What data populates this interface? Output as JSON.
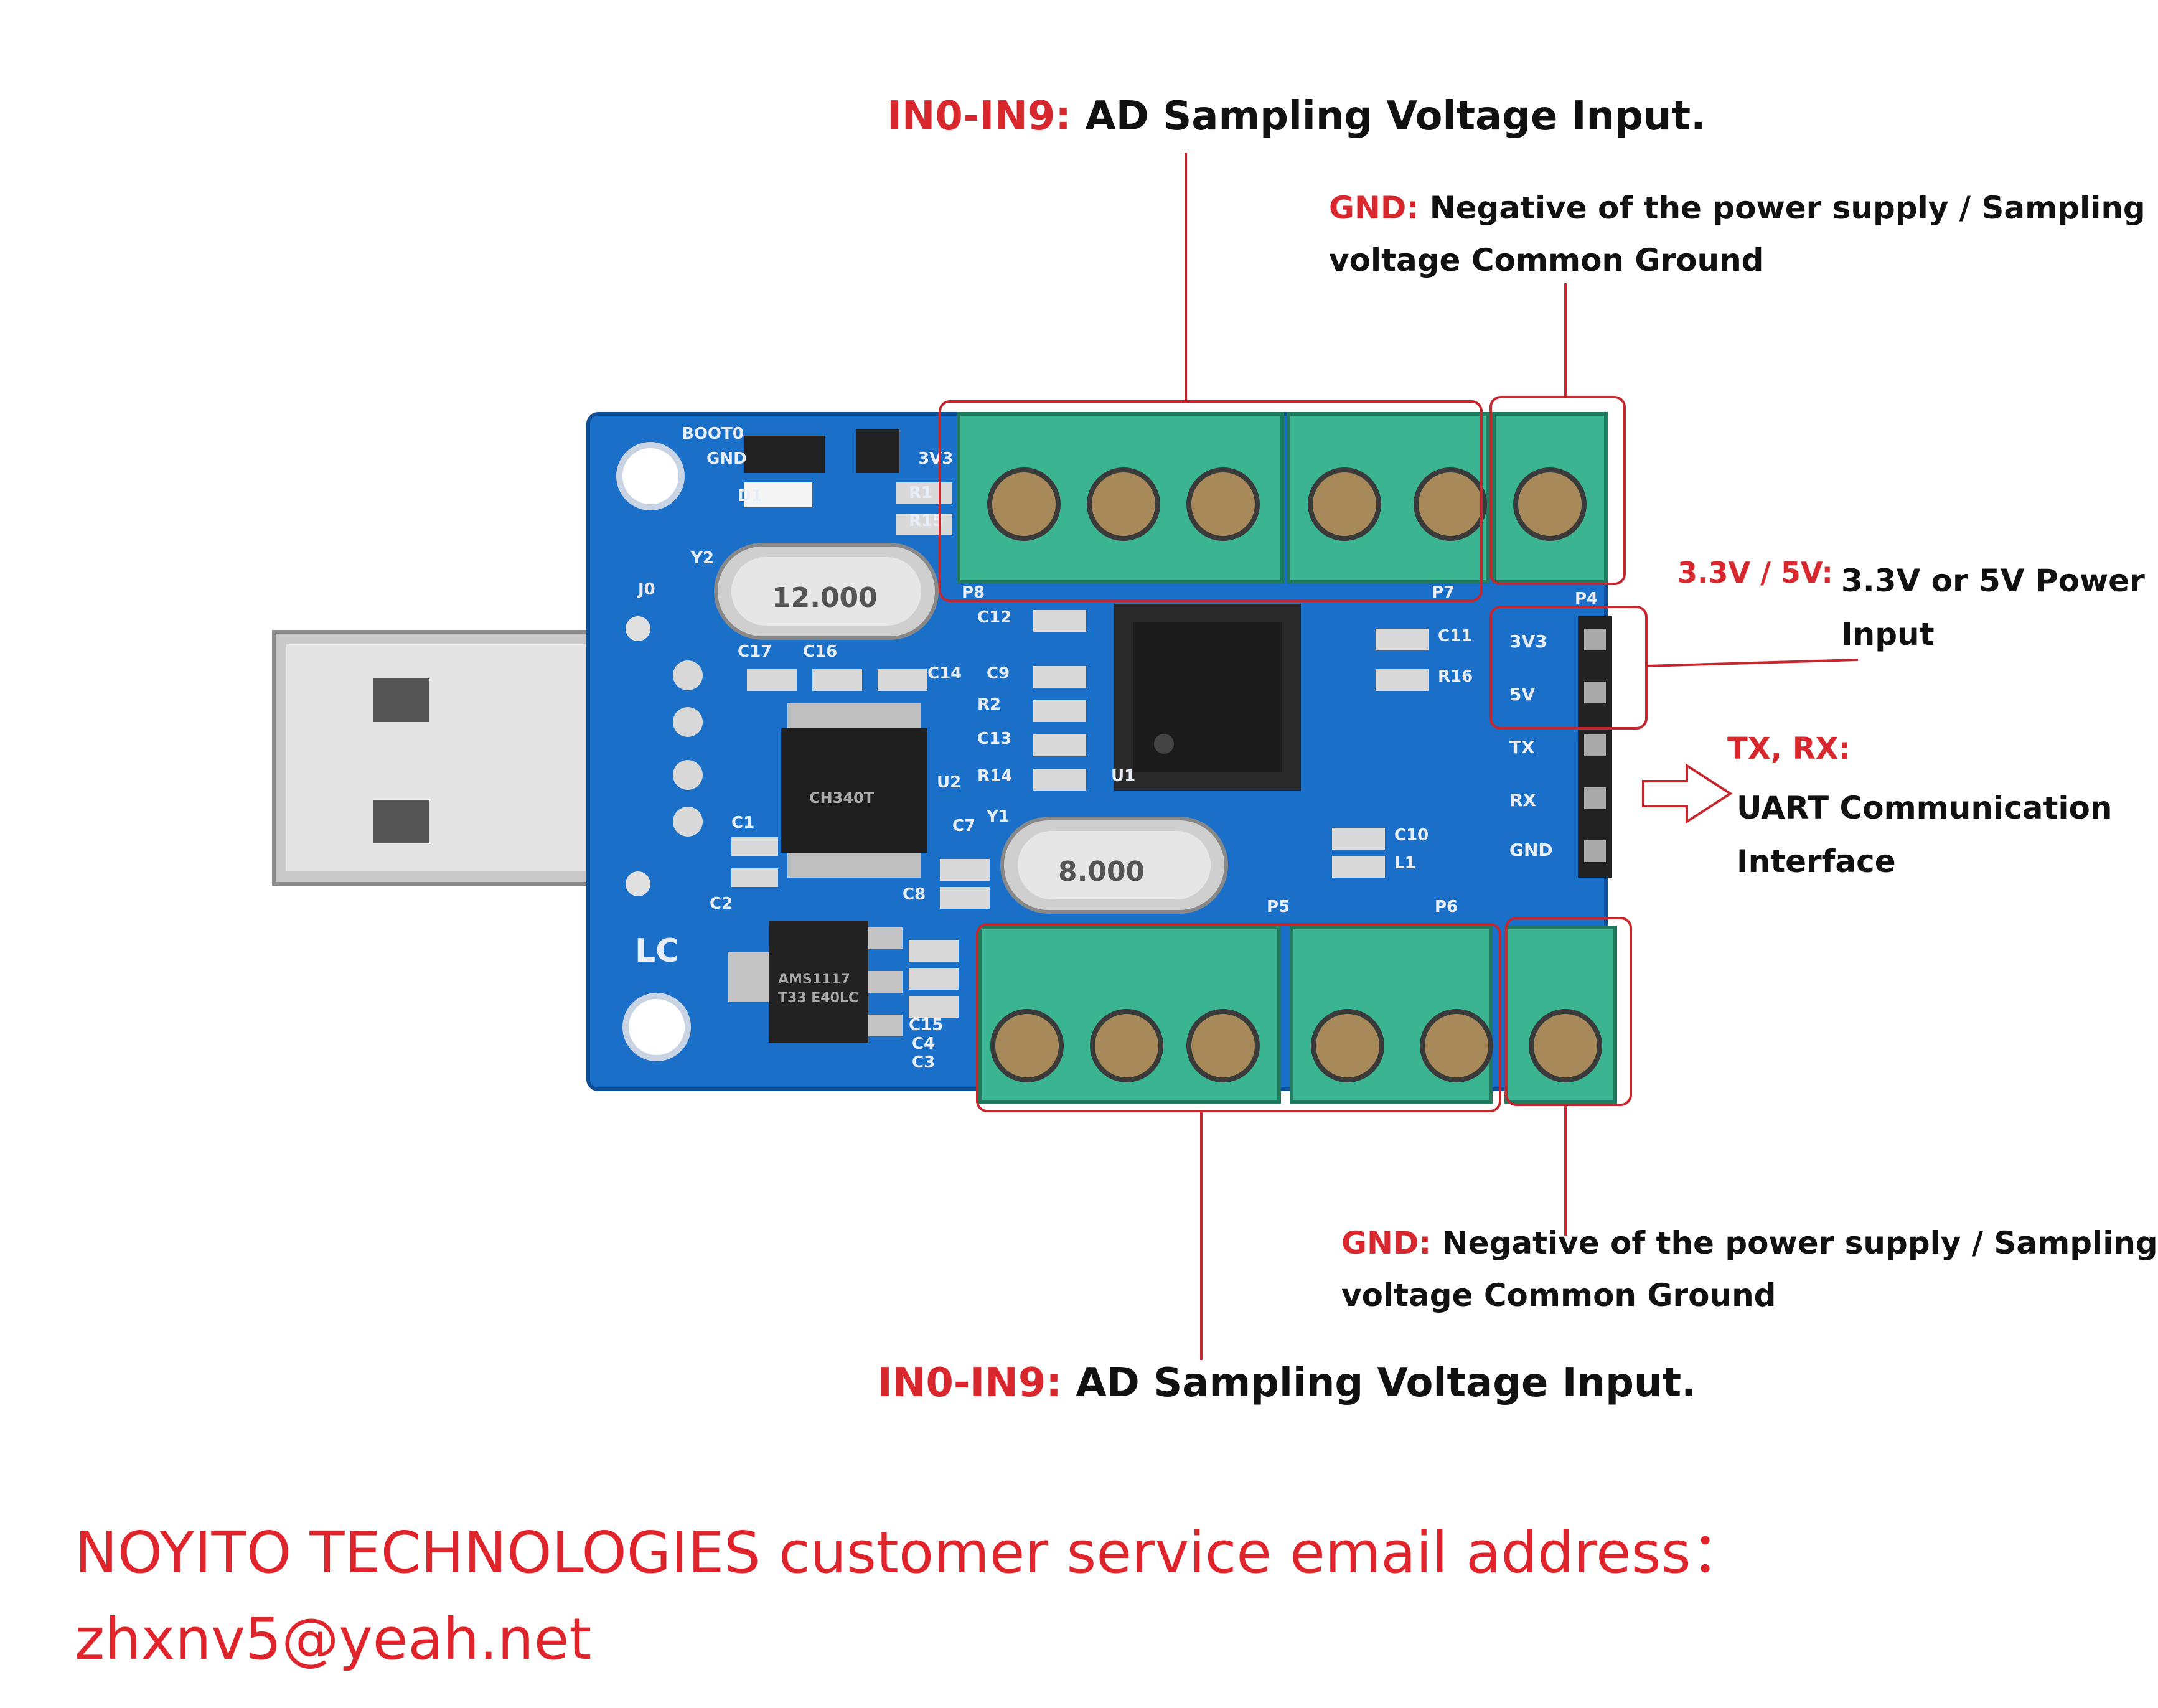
{
  "annotations": {
    "top_in": {
      "key": "IN0-IN9:",
      "text": " AD Sampling Voltage Input."
    },
    "top_gnd": {
      "key": "GND:",
      "line1": " Negative of the power supply / Sampling",
      "line2": "voltage Common Ground"
    },
    "power": {
      "key": "3.3V / 5V:",
      "line1": "3.3V or 5V Power",
      "line2": "Input"
    },
    "uart": {
      "key": "TX, RX:",
      "line1": "UART Communication",
      "line2": "Interface"
    },
    "bottom_gnd": {
      "key": "GND:",
      "line1": " Negative of the power supply / Sampling",
      "line2": "voltage Common Ground"
    },
    "bottom_in": {
      "key": "IN0-IN9:",
      "text": " AD Sampling Voltage Input."
    }
  },
  "footer": {
    "line1": "NOYITO TECHNOLOGIES customer service email address：",
    "line2": "zhxnv5@yeah.net"
  },
  "board_labels": {
    "boot0": "BOOT0",
    "gnd_jp": "GND",
    "v33_jp": "3V3",
    "d1": "D1",
    "r1": "R1",
    "r15": "R15",
    "y2": "Y2",
    "j0": "J0",
    "xtal1": "12.000",
    "xtal2": "8.000",
    "c17": "C17",
    "c16": "C16",
    "c14": "C14",
    "c12": "C12",
    "c9": "C9",
    "r2": "R2",
    "c13": "C13",
    "r14": "R14",
    "u1": "U1",
    "u2": "U2",
    "c11": "C11",
    "r16": "R16",
    "c1": "C1",
    "c2": "C2",
    "c7": "C7",
    "y1": "Y1",
    "c8": "C8",
    "c10": "C10",
    "l1": "L1",
    "c15": "C15",
    "c4": "C4",
    "c3": "C3",
    "lc": "LC",
    "ch340": "CH340T",
    "ams": "AMS1117",
    "ams2": "T33 E40LC",
    "p8": "P8",
    "p7": "P7",
    "p4": "P4",
    "p5": "P5",
    "p6": "P6",
    "pin_3v3": "3V3",
    "pin_5v": "5V",
    "pin_tx": "TX",
    "pin_rx": "RX",
    "pin_gnd": "GND"
  },
  "colors": {
    "accent_red": "#d9272e",
    "board_blue": "#1a6fc8",
    "terminal_green": "#3bb591"
  }
}
